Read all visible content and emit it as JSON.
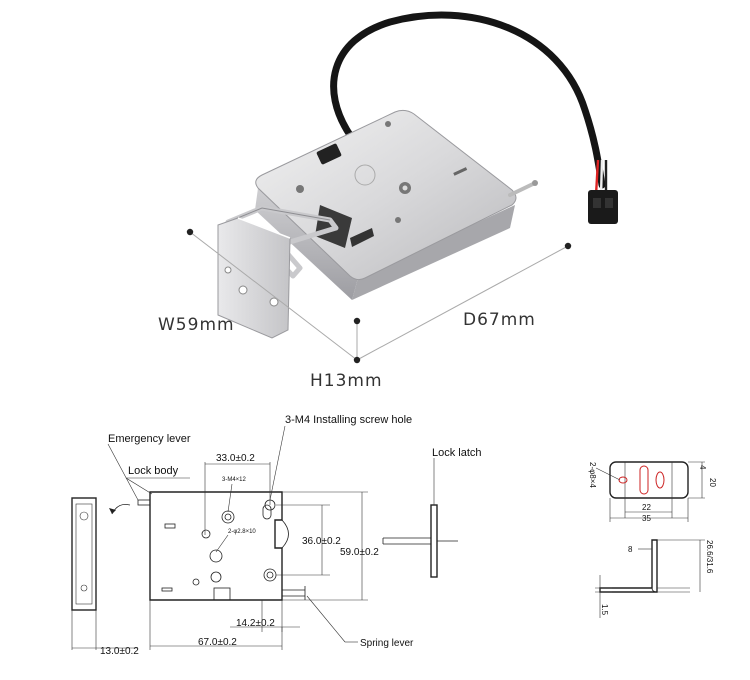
{
  "photo": {
    "width_label": "W59mm",
    "depth_label": "D67mm",
    "height_label": "H13mm"
  },
  "drawing": {
    "labels": {
      "emergency_lever": "Emergency lever",
      "lock_body": "Lock body",
      "screw_hole": "3-M4 Installing screw hole",
      "lock_latch": "Lock latch",
      "spring_lever": "Spring lever"
    },
    "dims": {
      "d33": "33.0±0.2",
      "d36": "36.0±0.2",
      "d59": "59.0±0.2",
      "d14": "14.2±0.2",
      "d67": "67.0±0.2",
      "d13": "13.0±0.2",
      "small_a": "3-M4×12",
      "small_b": "2-φ2.8×10"
    },
    "bracket": {
      "holes": "2-φ8×4",
      "d22": "22",
      "d35": "35",
      "d20": "20",
      "d4": "4",
      "d8": "8",
      "d266": "26.6/31.6",
      "d15": "1.5"
    }
  }
}
